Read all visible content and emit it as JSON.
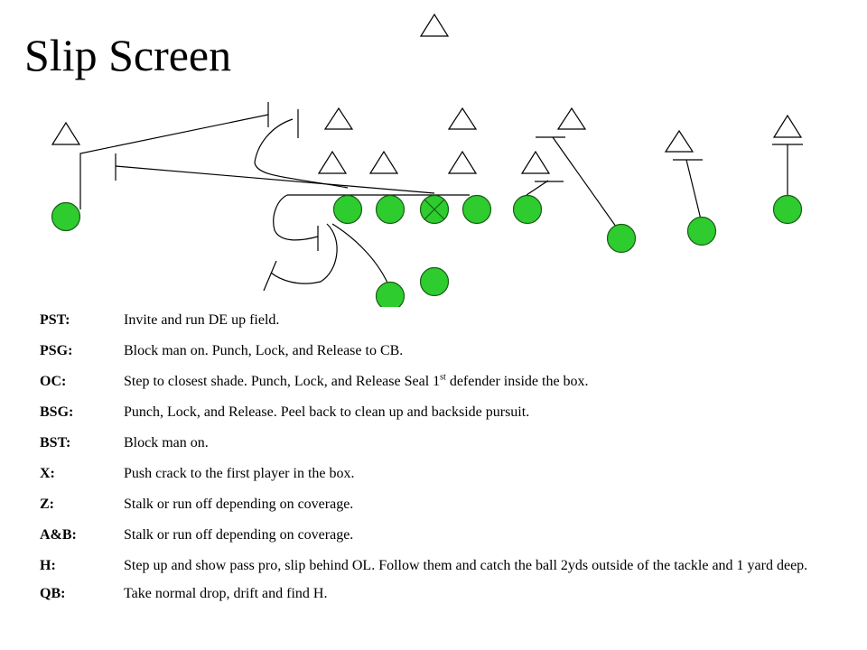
{
  "title": "Slip Screen",
  "colors": {
    "player_fill": "#2ecc2e",
    "player_stroke": "#1a5c1a",
    "line": "#000000"
  },
  "assignments": [
    {
      "pos": "PST:",
      "text": "Invite and run DE up field."
    },
    {
      "pos": "PSG:",
      "text": "Block man on. Punch, Lock, and Release to CB."
    },
    {
      "pos": "OC:",
      "text_before": "Step to closest shade.  Punch, Lock, and Release Seal 1",
      "sup": "st",
      "text_after": " defender inside the box."
    },
    {
      "pos": "BSG:",
      "text": "Punch, Lock, and Release.  Peel back to clean up and backside pursuit."
    },
    {
      "pos": "BST:",
      "text": "Block man on."
    },
    {
      "pos": "X:",
      "text": "Push crack to the first player in the box."
    },
    {
      "pos": "Z:",
      "text": "Stalk or run off depending on coverage."
    },
    {
      "pos": "A&B:",
      "text": "Stalk or run off depending on coverage."
    },
    {
      "pos": "H:",
      "text": "Step up and show pass pro, slip behind OL.  Follow them and catch the ball 2yds outside of the tackle and 1 yard deep."
    },
    {
      "pos": "QB:",
      "text": "Take normal drop, drift and find H."
    }
  ]
}
